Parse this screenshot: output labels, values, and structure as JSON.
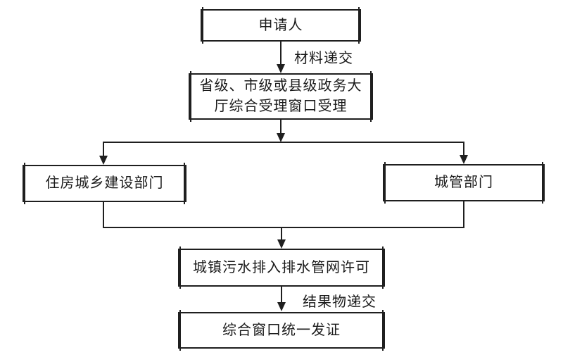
{
  "diagram": {
    "background_color": "#ffffff",
    "line_color": "#1f1f1f",
    "text_color": "#1a1a1a",
    "nodes": {
      "applicant": {
        "label": "申请人"
      },
      "acceptance_window": {
        "lines": [
          "省级、市级或县级政务大",
          "厅综合受理窗口受理"
        ]
      },
      "housing_dept": {
        "label": "住房城乡建设部门"
      },
      "urban_mgmt_dept": {
        "label": "城管部门"
      },
      "permit": {
        "label": "城镇污水排入排水管网许可"
      },
      "issue_window": {
        "label": "综合窗口统一发证"
      }
    },
    "edge_labels": {
      "material_submission": "材料递交",
      "result_delivery": "结果物递交"
    }
  }
}
